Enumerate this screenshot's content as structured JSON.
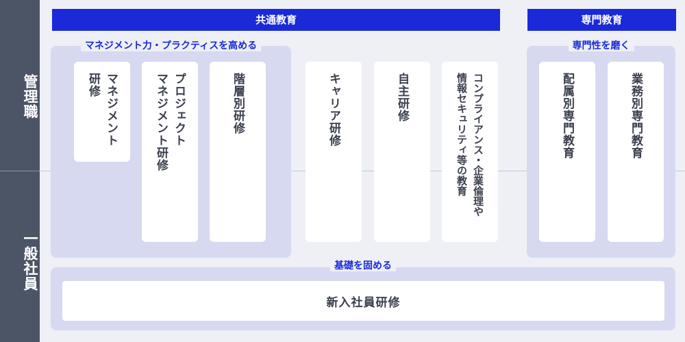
{
  "rail": {
    "manager": "管理職",
    "general": "一般社員"
  },
  "banners": {
    "common": "共通教育",
    "specialized": "専門教育"
  },
  "panels": {
    "management_title": "マネジメント力・プラクティスを高める",
    "specialized_title": "専門性を磨く",
    "base_title": "基礎を固める"
  },
  "cards": {
    "management_training": [
      "マネジメント",
      "研修"
    ],
    "project_management": [
      "プロジェクト",
      "マネジメント研修"
    ],
    "level_training": [
      "階層別研修"
    ],
    "career_training": [
      "キャリア研修"
    ],
    "self_training": [
      "自主研修"
    ],
    "compliance": [
      "コンプライアンス・企業倫理や",
      "情報セキュリティ等の教育"
    ],
    "department_training": [
      "配属別専門教育"
    ],
    "work_training": [
      "業務別専門教育"
    ],
    "new_employee": "新入社員研修"
  },
  "colors": {
    "accent": "#1a2ad9",
    "rail": "#4c5566",
    "panel": "#d6d9f0",
    "background": "#eef0f6"
  }
}
